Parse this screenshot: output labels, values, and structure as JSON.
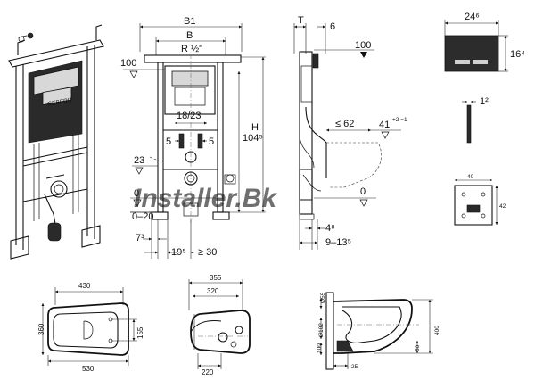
{
  "watermark": "Installer.Bk",
  "elevation": {
    "label_b1": "B1",
    "label_b": "B",
    "label_r": "R ½\"",
    "label_100": "100",
    "label_18_23": "18/23",
    "label_5_left": "5",
    "label_5_right": "5",
    "label_23": "23",
    "label_0": "0",
    "label_0_20": "0–20",
    "label_7_3": "7³",
    "label_19_5": "19⁵",
    "label_ge30": "≥ 30",
    "label_104_5": "104⁵",
    "label_h": "H"
  },
  "side": {
    "label_t": "T",
    "label_6": "6",
    "label_100": "100",
    "label_le62": "≤ 62",
    "label_41": "41",
    "label_41_tol": "+2\n−1",
    "label_0": "0",
    "label_4_8": "4⁸",
    "label_9_13_5": "9–13⁵"
  },
  "plate": {
    "label_24_6": "24⁶",
    "label_16_4": "16⁴",
    "label_1_2": "1²",
    "label_40": "40",
    "label_42": "42"
  },
  "bowl_top": {
    "label_430": "430",
    "label_360": "360",
    "label_155": "155",
    "label_530": "530"
  },
  "bowl_bottom": {
    "label_355": "355",
    "label_320": "320",
    "label_220": "220"
  },
  "bowl_side": {
    "label_55": "Ø55",
    "label_102": "Ø102",
    "label_100": "100",
    "label_50": "50",
    "label_400": "400",
    "label_25": "25"
  }
}
